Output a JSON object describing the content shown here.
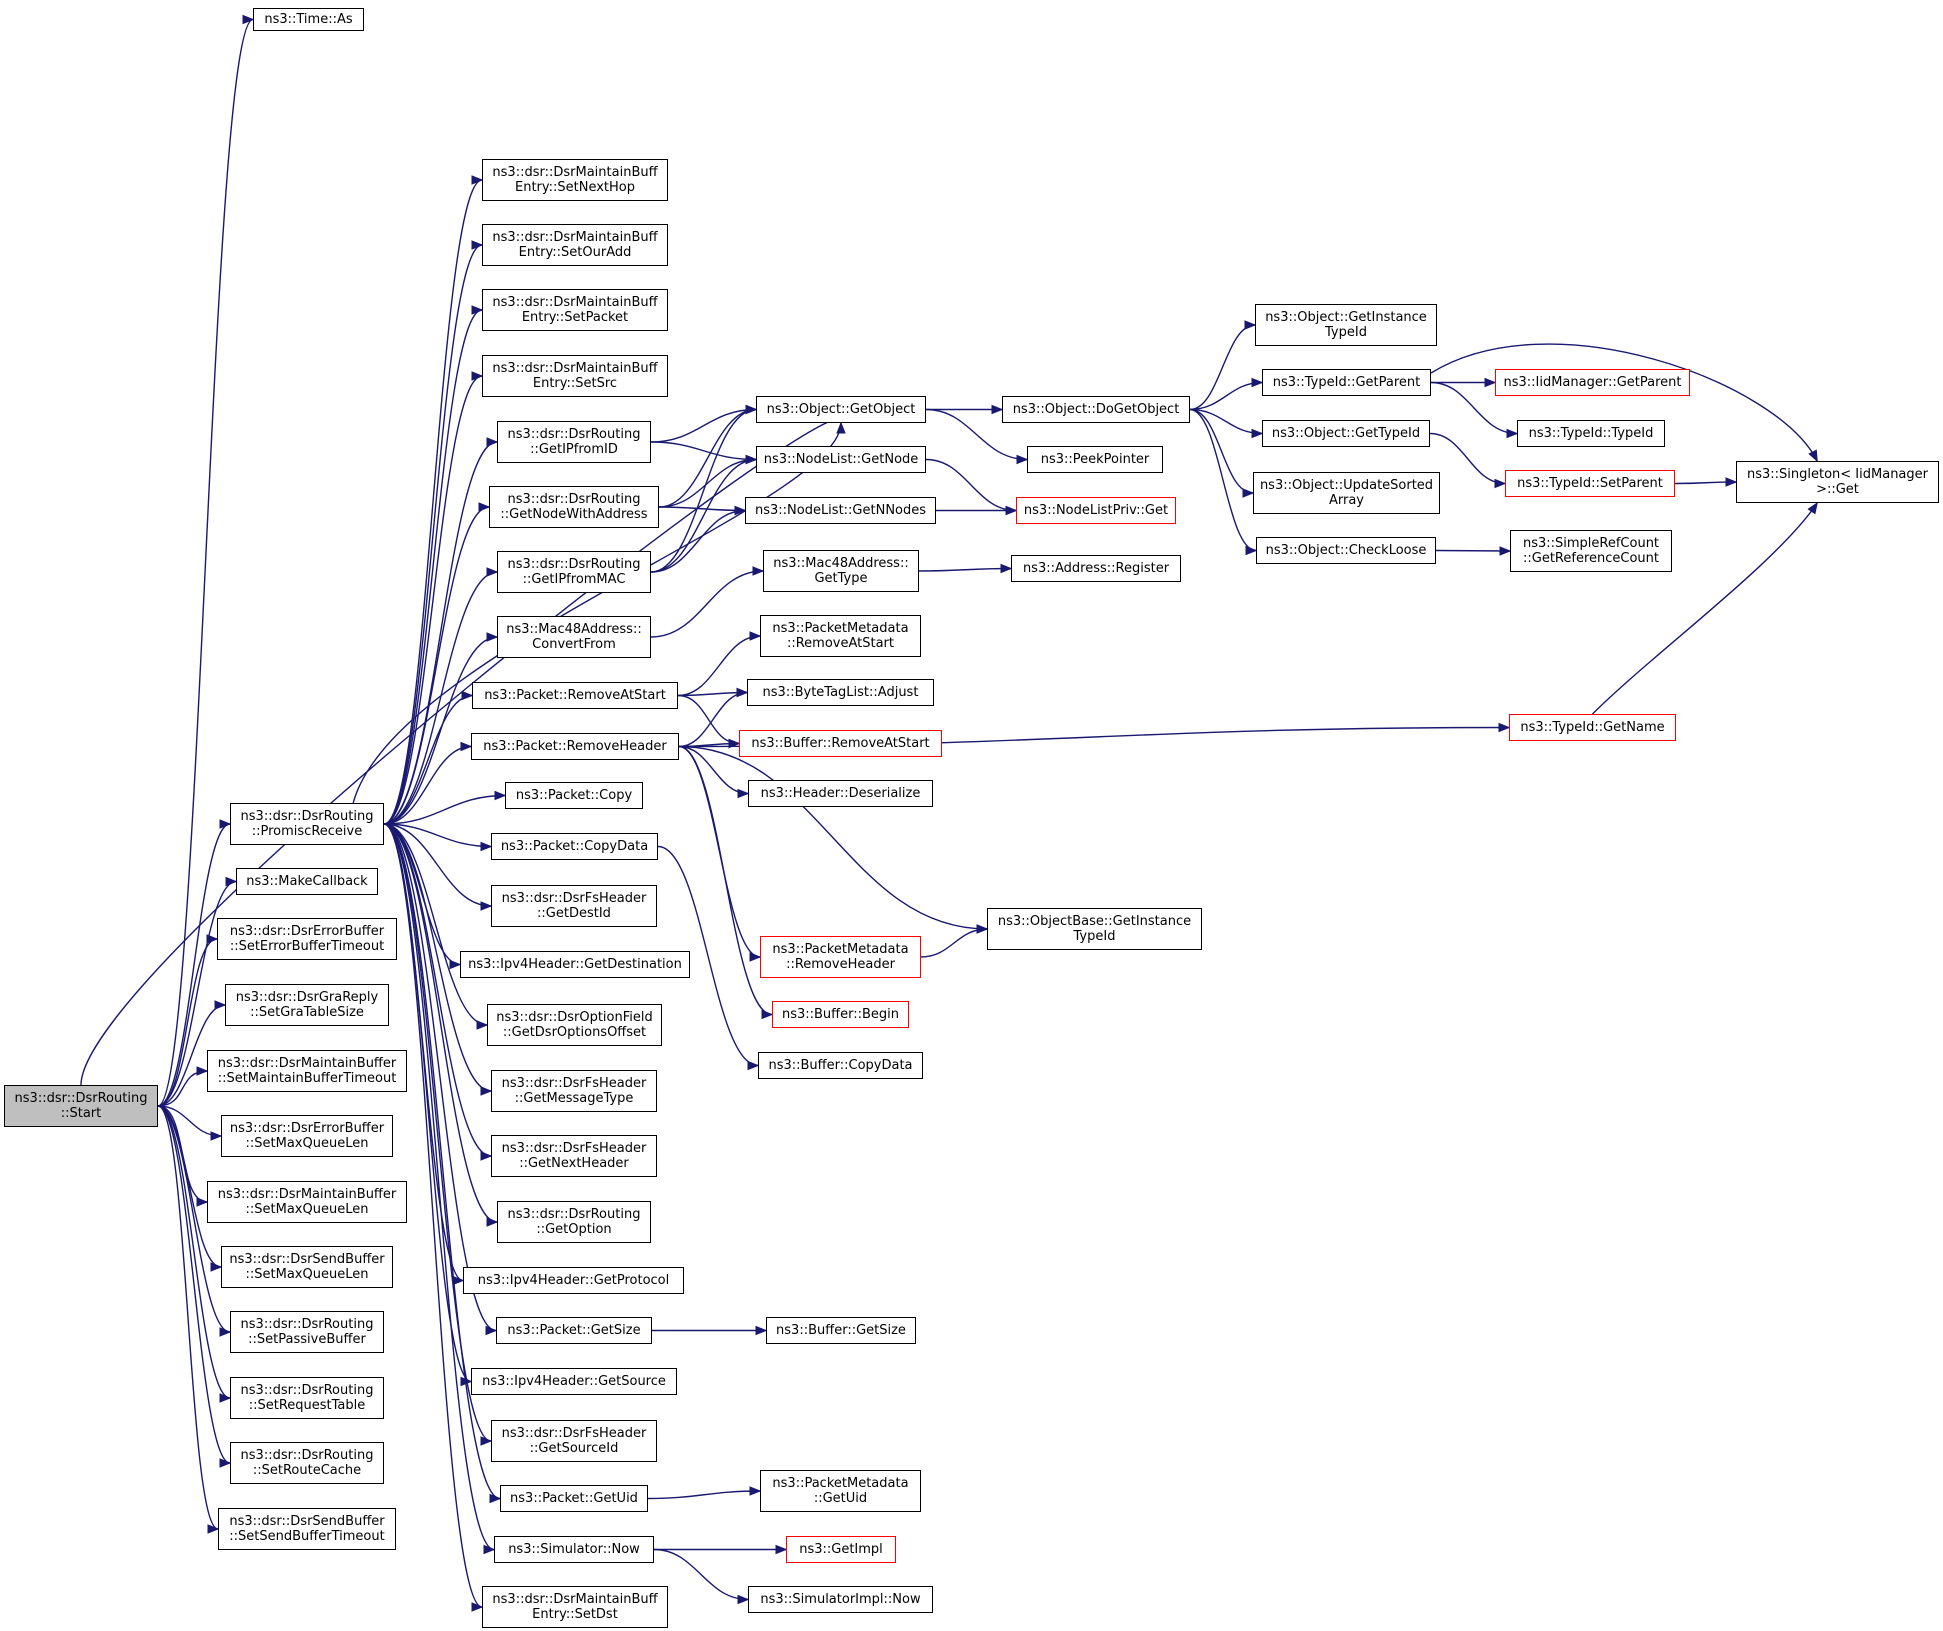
{
  "colors": {
    "edge": "#191970",
    "node_border": "#000000",
    "truncated_border": "#ff0000",
    "root_fill": "#bfbfbf",
    "background": "#ffffff"
  },
  "nodes": {
    "start": "ns3::dsr::DsrRouting\n::Start",
    "time_as": "ns3::Time::As",
    "set_next_hop": "ns3::dsr::DsrMaintainBuff\nEntry::SetNextHop",
    "set_our_add": "ns3::dsr::DsrMaintainBuff\nEntry::SetOurAdd",
    "set_packet": "ns3::dsr::DsrMaintainBuff\nEntry::SetPacket",
    "set_src": "ns3::dsr::DsrMaintainBuff\nEntry::SetSrc",
    "get_ip_from_id": "ns3::dsr::DsrRouting\n::GetIPfromID",
    "get_node_with_address": "ns3::dsr::DsrRouting\n::GetNodeWithAddress",
    "get_ip_from_mac": "ns3::dsr::DsrRouting\n::GetIPfromMAC",
    "convert_from": "ns3::Mac48Address::\nConvertFrom",
    "remove_at_start": "ns3::Packet::RemoveAtStart",
    "remove_header": "ns3::Packet::RemoveHeader",
    "promisc_receive": "ns3::dsr::DsrRouting\n::PromiscReceive",
    "packet_copy": "ns3::Packet::Copy",
    "packet_copy_data": "ns3::Packet::CopyData",
    "fs_get_dest_id": "ns3::dsr::DsrFsHeader\n::GetDestId",
    "ipv4_get_destination": "ns3::Ipv4Header::GetDestination",
    "get_dsr_options_offset": "ns3::dsr::DsrOptionField\n::GetDsrOptionsOffset",
    "fs_get_message_type": "ns3::dsr::DsrFsHeader\n::GetMessageType",
    "fs_get_next_header": "ns3::dsr::DsrFsHeader\n::GetNextHeader",
    "get_option": "ns3::dsr::DsrRouting\n::GetOption",
    "ipv4_get_protocol": "ns3::Ipv4Header::GetProtocol",
    "packet_get_size": "ns3::Packet::GetSize",
    "ipv4_get_source": "ns3::Ipv4Header::GetSource",
    "fs_get_source_id": "ns3::dsr::DsrFsHeader\n::GetSourceId",
    "packet_get_uid": "ns3::Packet::GetUid",
    "simulator_now": "ns3::Simulator::Now",
    "set_dst": "ns3::dsr::DsrMaintainBuff\nEntry::SetDst",
    "make_callback": "ns3::MakeCallback",
    "set_error_buffer_timeout": "ns3::dsr::DsrErrorBuffer\n::SetErrorBufferTimeout",
    "set_gra_table_size": "ns3::dsr::DsrGraReply\n::SetGraTableSize",
    "set_maintain_buffer_timeout": "ns3::dsr::DsrMaintainBuffer\n::SetMaintainBufferTimeout",
    "error_set_max_queue_len": "ns3::dsr::DsrErrorBuffer\n::SetMaxQueueLen",
    "maintain_set_max_queue_len": "ns3::dsr::DsrMaintainBuffer\n::SetMaxQueueLen",
    "send_set_max_queue_len": "ns3::dsr::DsrSendBuffer\n::SetMaxQueueLen",
    "set_passive_buffer": "ns3::dsr::DsrRouting\n::SetPassiveBuffer",
    "set_request_table": "ns3::dsr::DsrRouting\n::SetRequestTable",
    "set_route_cache": "ns3::dsr::DsrRouting\n::SetRouteCache",
    "set_send_buffer_timeout": "ns3::dsr::DsrSendBuffer\n::SetSendBufferTimeout",
    "object_get_object": "ns3::Object::GetObject",
    "nodelist_get_node": "ns3::NodeList::GetNode",
    "nodelist_get_n_nodes": "ns3::NodeList::GetNNodes",
    "mac48_get_type": "ns3::Mac48Address::\nGetType",
    "pm_remove_at_start": "ns3::PacketMetadata\n::RemoveAtStart",
    "bytetaglist_adjust": "ns3::ByteTagList::Adjust",
    "buffer_remove_at_start": "ns3::Buffer::RemoveAtStart",
    "header_deserialize": "ns3::Header::Deserialize",
    "pm_remove_header": "ns3::PacketMetadata\n::RemoveHeader",
    "buffer_begin": "ns3::Buffer::Begin",
    "buffer_copy_data": "ns3::Buffer::CopyData",
    "buffer_get_size": "ns3::Buffer::GetSize",
    "pm_get_uid": "ns3::PacketMetadata\n::GetUid",
    "get_impl": "ns3::GetImpl",
    "simulatorimpl_now": "ns3::SimulatorImpl::Now",
    "object_do_get_object": "ns3::Object::DoGetObject",
    "peek_pointer": "ns3::PeekPointer",
    "nodelistpriv_get": "ns3::NodeListPriv::Get",
    "address_register": "ns3::Address::Register",
    "objectbase_get_instance_typeid": "ns3::ObjectBase::GetInstance\nTypeId",
    "object_get_instance_typeid": "ns3::Object::GetInstance\nTypeId",
    "typeid_get_parent": "ns3::TypeId::GetParent",
    "object_get_typeid": "ns3::Object::GetTypeId",
    "object_update_sorted_array": "ns3::Object::UpdateSorted\nArray",
    "object_check_loose": "ns3::Object::CheckLoose",
    "typeid_get_name": "ns3::TypeId::GetName",
    "iidmanager_get_parent": "ns3::IidManager::GetParent",
    "typeid_typeid": "ns3::TypeId::TypeId",
    "typeid_set_parent": "ns3::TypeId::SetParent",
    "simplerefcount_get_reference_count": "ns3::SimpleRefCount\n::GetReferenceCount",
    "singleton_get": "ns3::Singleton< IidManager\n>::Get"
  }
}
